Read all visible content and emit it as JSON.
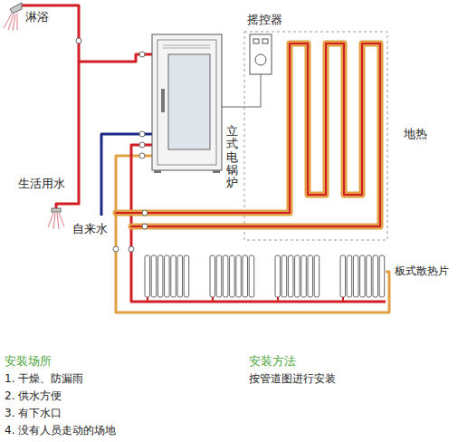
{
  "diagram": {
    "labels": [
      "淋浴",
      "摇控器",
      "立式电锅炉",
      "地热",
      "生活用水",
      "自来水",
      "板式散热片",
      "安装场所",
      "1. 干燥、防漏雨",
      "2. 供水方便",
      "3. 有下水口",
      "4. 没有人员走动的场地",
      "安装方法",
      "按管道图进行安装"
    ]
  }
}
